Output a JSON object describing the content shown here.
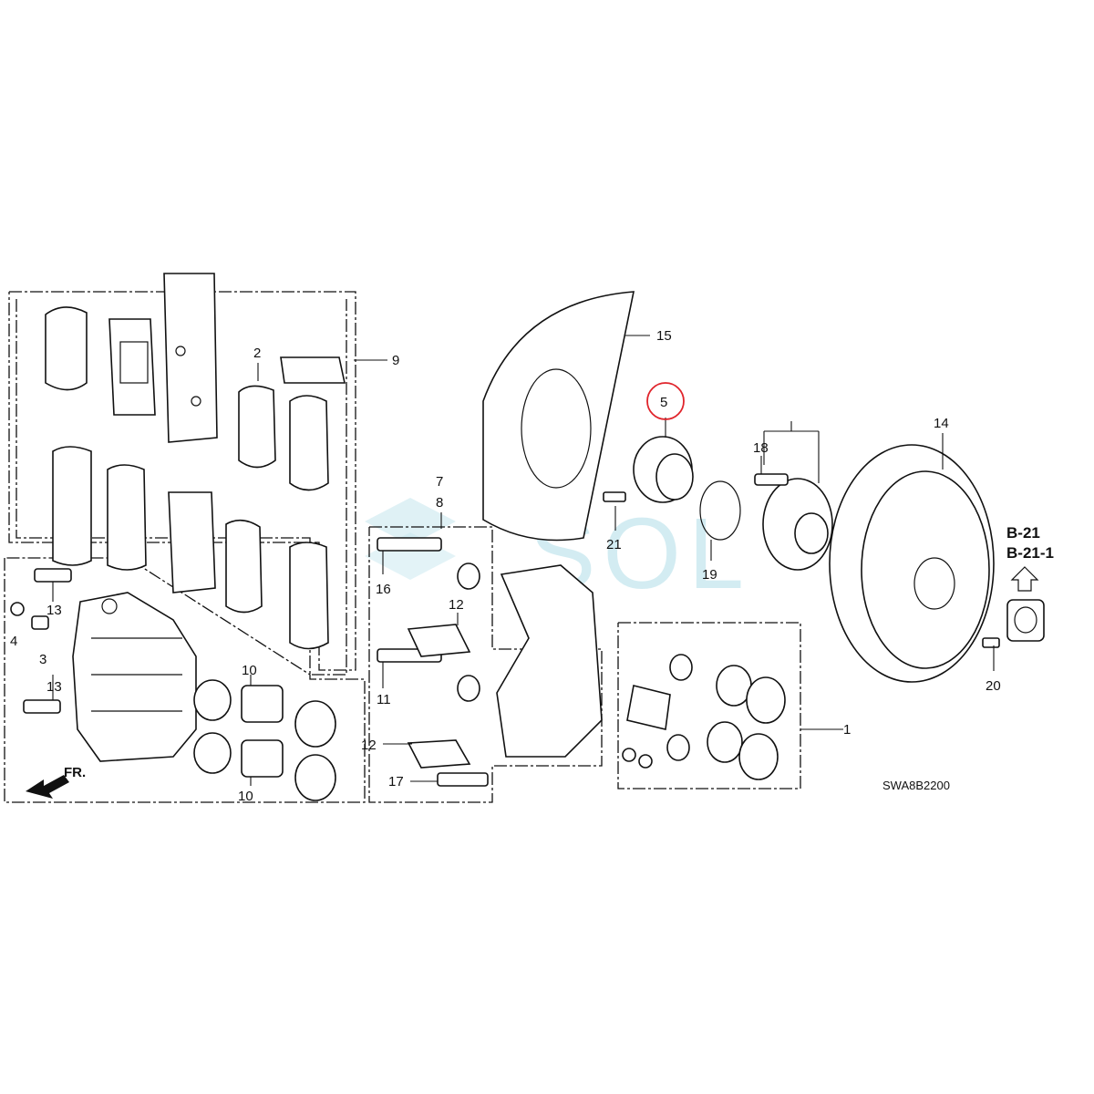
{
  "diagram_code": "SWA8B2200",
  "watermark": "SOL",
  "direction_label": "FR.",
  "refs": [
    "B-21",
    "B-21-1"
  ],
  "highlight": {
    "color": "#e0242b",
    "label": "5"
  },
  "callouts": [
    "1",
    "2",
    "3",
    "4",
    "7",
    "8",
    "9",
    "10",
    "10",
    "11",
    "12",
    "12",
    "13",
    "13",
    "14",
    "15",
    "16",
    "17",
    "18",
    "19",
    "20",
    "21"
  ]
}
